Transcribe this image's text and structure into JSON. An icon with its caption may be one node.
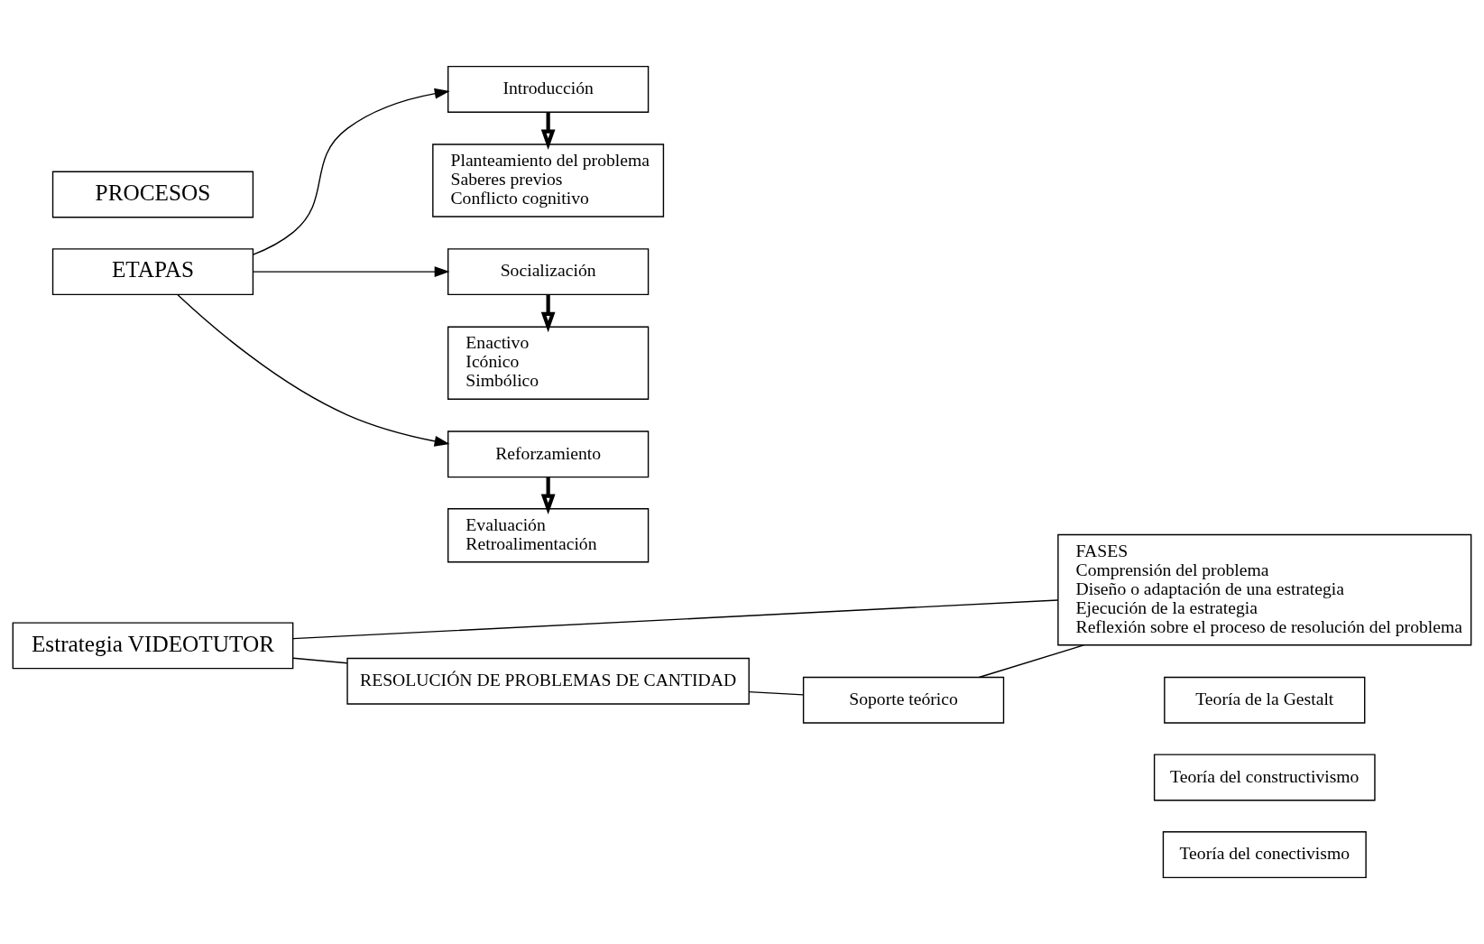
{
  "diagram": {
    "nodes": [
      {
        "text": [
          "Estrategia VIDEOTUTOR"
        ]
      },
      {
        "text": [
          "RESOLUCIÓN DE PROBLEMAS DE CANTIDAD"
        ]
      },
      {
        "text": [
          "ETAPAS"
        ]
      },
      {
        "text": [
          "PROCESOS"
        ]
      },
      {
        "text": [
          "Introducción"
        ]
      },
      {
        "text": [
          "Socialización"
        ]
      },
      {
        "text": [
          "Reforzamiento"
        ]
      },
      {
        "text": [
          "Planteamiento del problema",
          "Saberes previos",
          "Conflicto cognitivo"
        ]
      },
      {
        "text": [
          "Enactivo",
          "Icónico",
          "Simbólico"
        ]
      },
      {
        "text": [
          "Evaluación",
          "Retroalimentación"
        ]
      },
      {
        "text": [
          "FASES",
          "Comprensión del problema",
          "Diseño o adaptación de una estrategia",
          "Ejecución de la estrategia",
          "Reflexión sobre el proceso de resolución del problema"
        ]
      },
      {
        "text": [
          "Soporte teórico"
        ]
      },
      {
        "text": [
          "Teoría de la Gestalt"
        ]
      },
      {
        "text": [
          "Teoría del constructivismo"
        ]
      },
      {
        "text": [
          "Teoría del conectivismo"
        ]
      }
    ],
    "edges": [
      {
        "from": 0,
        "to": 1,
        "arrow": "none"
      },
      {
        "from": 0,
        "to": 10,
        "arrow": "none"
      },
      {
        "from": 1,
        "to": 11,
        "arrow": "none"
      },
      {
        "from": 11,
        "to": 10,
        "arrow": "none"
      },
      {
        "from": 2,
        "to": 4,
        "arrow": "to"
      },
      {
        "from": 2,
        "to": 5,
        "arrow": "to"
      },
      {
        "from": 2,
        "to": 6,
        "arrow": "to"
      },
      {
        "from": 4,
        "to": 7,
        "arrow": "to",
        "style": "thick"
      },
      {
        "from": 5,
        "to": 8,
        "arrow": "to",
        "style": "thick"
      },
      {
        "from": 6,
        "to": 9,
        "arrow": "to",
        "style": "thick"
      }
    ]
  }
}
